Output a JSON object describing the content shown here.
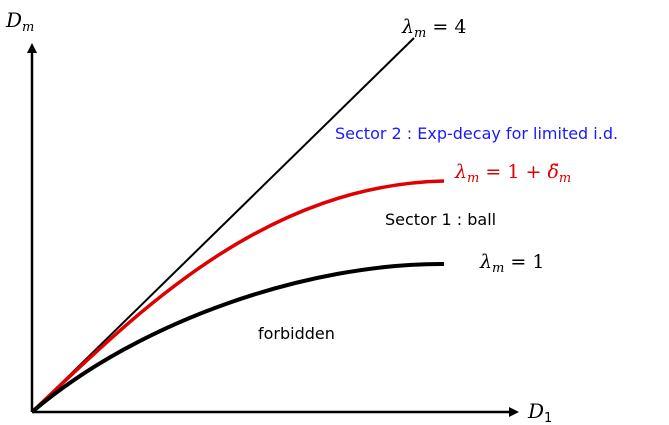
{
  "axes": {
    "y_label_base": "D",
    "y_label_sub": "m",
    "x_label_base": "D",
    "x_label_sub": "1"
  },
  "curves": {
    "line4": {
      "sym": "λ",
      "sub": "m",
      "eq": " = 4"
    },
    "red": {
      "sym": "λ",
      "sub": "m",
      "eq": " = 1 + ",
      "delta": "δ̃",
      "delta_sub": "m"
    },
    "black": {
      "sym": "λ",
      "sub": "m",
      "eq": " = 1"
    }
  },
  "regions": {
    "sector2": "Sector 2 : Exp-decay for limited i.d.",
    "sector1": "Sector 1 : ball",
    "forbidden": "forbidden"
  },
  "colors": {
    "red_curve": "#e00000",
    "sector2_text": "#1a1aff",
    "axes": "#000000"
  }
}
